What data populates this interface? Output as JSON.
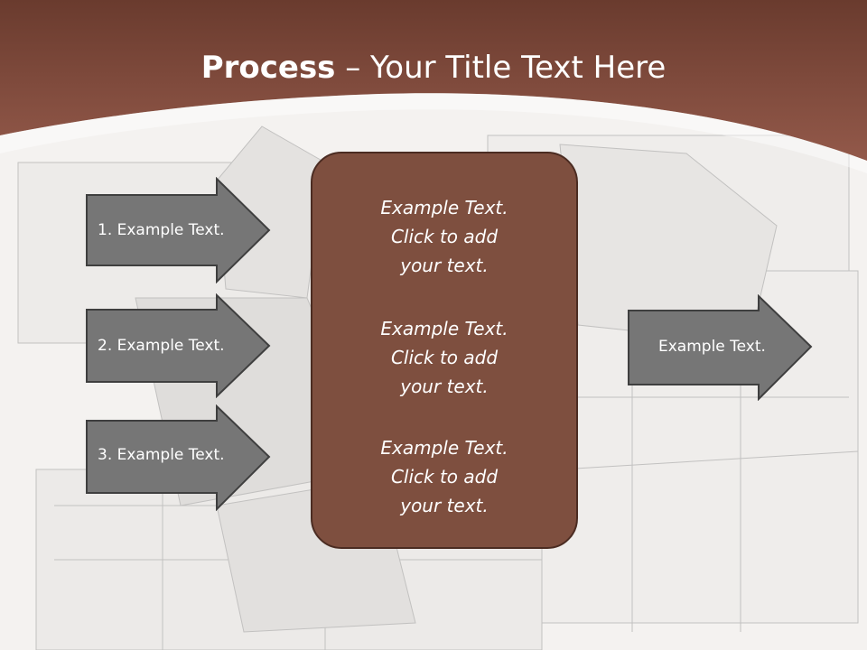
{
  "title": {
    "bold": "Process",
    "rest": " – Your Title Text Here"
  },
  "left_arrows": [
    {
      "label": "1. Example Text."
    },
    {
      "label": "2. Example Text."
    },
    {
      "label": "3. Example Text."
    }
  ],
  "center": {
    "blocks": [
      {
        "line1": "Example Text.",
        "line2": "Click  to add",
        "line3": "your text."
      },
      {
        "line1": "Example Text.",
        "line2": "Click  to add",
        "line3": "your text."
      },
      {
        "line1": "Example Text.",
        "line2": "Click  to add",
        "line3": "your text."
      }
    ]
  },
  "right_arrow": {
    "label": "Example Text."
  },
  "colors": {
    "header": "#7d4838",
    "center_box": "#7e4f3f",
    "arrow_fill": "#767676",
    "arrow_stroke": "#3f3f3f"
  }
}
